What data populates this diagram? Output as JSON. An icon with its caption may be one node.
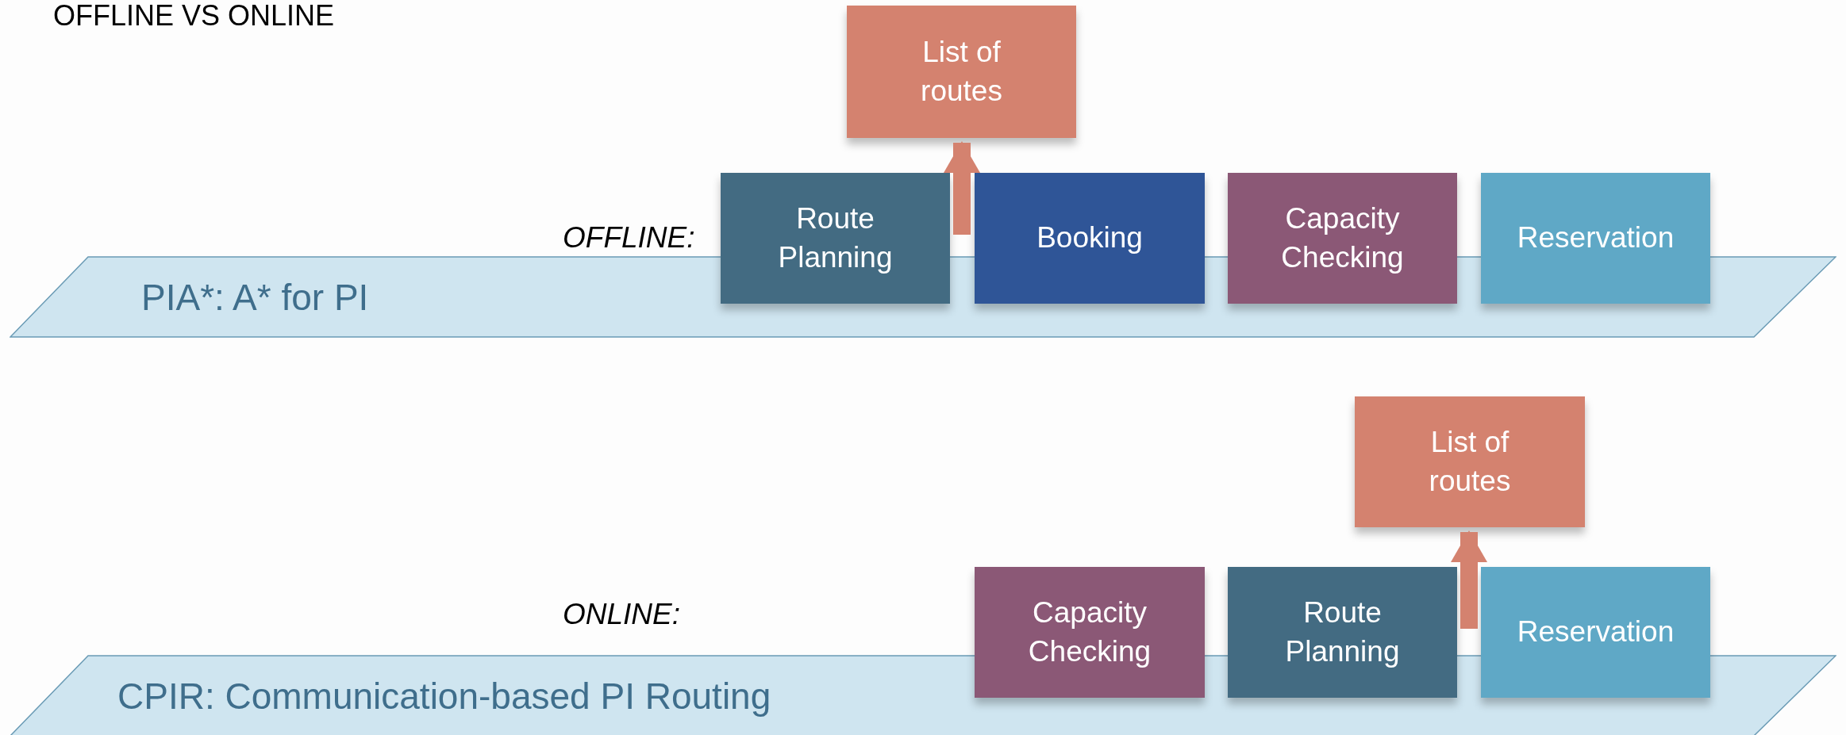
{
  "diagram": {
    "title": "OFFLINE VS ONLINE",
    "nodes": [
      {
        "text": [
          "List of routes"
        ]
      },
      {
        "text": [
          "Route Planning"
        ]
      },
      {
        "text": [
          "Booking"
        ]
      },
      {
        "text": [
          "Capacity Checking"
        ]
      },
      {
        "text": [
          "Reservation"
        ]
      },
      {
        "text": [
          "PIA*: A* for PI"
        ]
      },
      {
        "text": [
          "List of routes"
        ]
      },
      {
        "text": [
          "Capacity Checking"
        ]
      },
      {
        "text": [
          "Route Planning"
        ]
      },
      {
        "text": [
          "Reservation"
        ]
      },
      {
        "text": [
          "CPIR: Communication-based PI Routing"
        ]
      }
    ],
    "edges": [
      {
        "from": 1,
        "to": 0,
        "arrow": "to"
      },
      {
        "from": 8,
        "to": 6,
        "arrow": "to"
      }
    ],
    "labels": [
      "OFFLINE:",
      "ONLINE:"
    ]
  }
}
